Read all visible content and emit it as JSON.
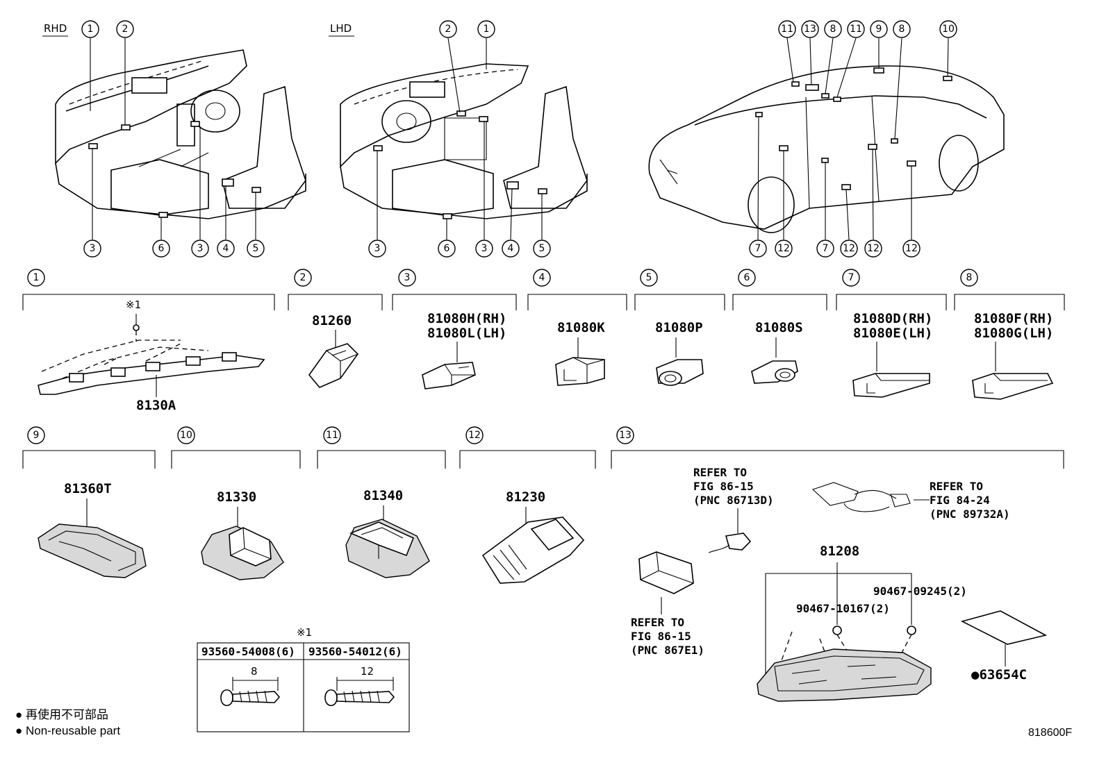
{
  "views": {
    "rhd_label": "RHD",
    "lhd_label": "LHD",
    "rhd_callouts_top": [
      "1",
      "2"
    ],
    "rhd_callouts_bottom": [
      "3",
      "6",
      "3",
      "4",
      "5"
    ],
    "lhd_callouts_top": [
      "2",
      "1"
    ],
    "lhd_callouts_bottom": [
      "3",
      "6",
      "3",
      "4",
      "5"
    ],
    "car_callouts_top": [
      "11",
      "13",
      "8",
      "11",
      "9",
      "8",
      "10"
    ],
    "car_callouts_bottom": [
      "7",
      "12",
      "7",
      "12",
      "12",
      "12"
    ]
  },
  "groups": [
    {
      "num": "1",
      "parts": [
        "8130A"
      ],
      "note": "※1"
    },
    {
      "num": "2",
      "parts": [
        "81260"
      ]
    },
    {
      "num": "3",
      "parts": [
        "81080H(RH)",
        "81080L(LH)"
      ]
    },
    {
      "num": "4",
      "parts": [
        "81080K"
      ]
    },
    {
      "num": "5",
      "parts": [
        "81080P"
      ]
    },
    {
      "num": "6",
      "parts": [
        "81080S"
      ]
    },
    {
      "num": "7",
      "parts": [
        "81080D(RH)",
        "81080E(LH)"
      ]
    },
    {
      "num": "8",
      "parts": [
        "81080F(RH)",
        "81080G(LH)"
      ]
    },
    {
      "num": "9",
      "parts": [
        "81360T"
      ]
    },
    {
      "num": "10",
      "parts": [
        "81330"
      ]
    },
    {
      "num": "11",
      "parts": [
        "81340"
      ]
    },
    {
      "num": "12",
      "parts": [
        "81230"
      ]
    },
    {
      "num": "13",
      "parts": [
        "81208"
      ]
    }
  ],
  "group13": {
    "ref1": [
      "REFER TO",
      "FIG 86-15",
      "(PNC 86713D)"
    ],
    "ref2": [
      "REFER TO",
      "FIG 84-24",
      "(PNC 89732A)"
    ],
    "ref3": [
      "REFER TO",
      "FIG 86-15",
      "(PNC 867E1)"
    ],
    "screw_a": "90467-09245(2)",
    "screw_b": "90467-10167(2)",
    "sheet": "●63654C"
  },
  "screw_table": {
    "note": "※1",
    "col1": "93560-54008(6)",
    "col2": "93560-54012(6)",
    "len1": "8",
    "len2": "12"
  },
  "legend": {
    "line_ja": "● 再使用不可部品",
    "line_en": "● Non-reusable part"
  },
  "figure_code": "818600F"
}
